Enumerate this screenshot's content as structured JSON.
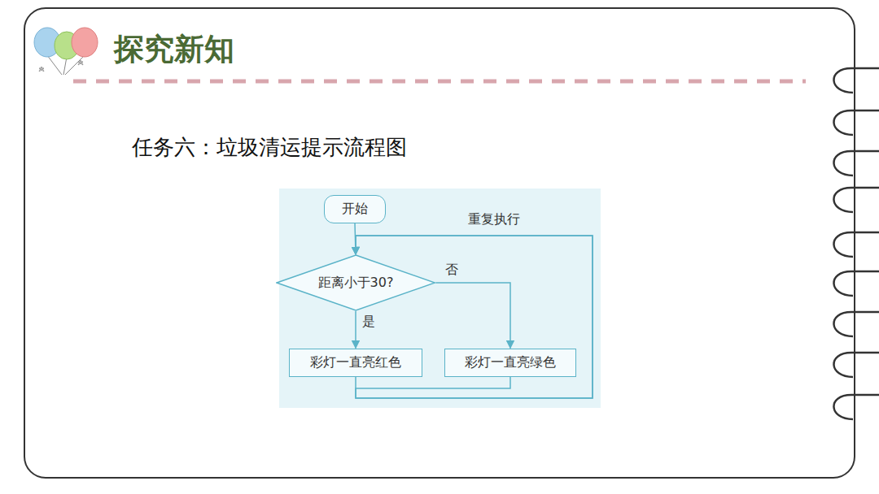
{
  "diagram": {
    "title": "探究新知",
    "nodes": [
      {
        "text": [
          "开始"
        ]
      },
      {
        "text": [
          "距离小于30?"
        ]
      },
      {
        "text": [
          "彩灯一直亮红色"
        ]
      },
      {
        "text": [
          "彩灯一直亮绿色"
        ]
      }
    ],
    "edges": [
      {
        "from": 0,
        "to": 1,
        "arrow": "to"
      },
      {
        "from": 1,
        "to": 2,
        "label": "是",
        "arrow": "to"
      },
      {
        "from": 1,
        "to": 3,
        "label": "否",
        "arrow": "to"
      },
      {
        "from": 2,
        "to": 1,
        "arrow": "to"
      },
      {
        "from": 3,
        "to": 1,
        "arrow": "to"
      }
    ],
    "labels": [
      "任务六：垃圾清运提示流程图",
      "重复执行"
    ]
  }
}
